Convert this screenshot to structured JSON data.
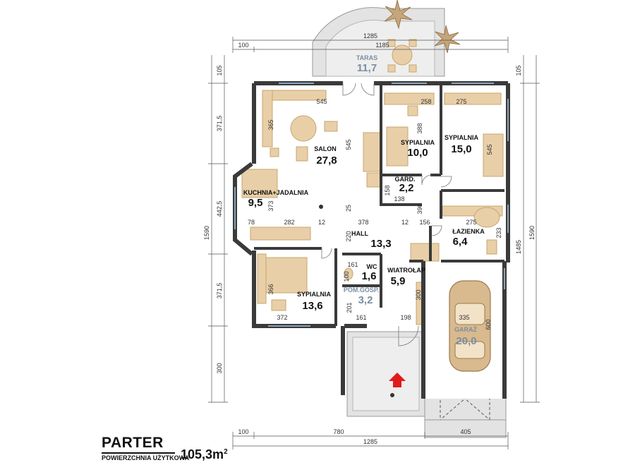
{
  "title": "PARTER",
  "usable_area": {
    "label": "POWIERZCHNIA UŻYTKOWA",
    "value": "105,3m",
    "unit_sup": "2"
  },
  "rooms": {
    "taras": {
      "name": "TARAS",
      "area": "11,7"
    },
    "salon": {
      "name": "SALON",
      "area": "27,8"
    },
    "kuchnia": {
      "name": "KUCHNIA+JADALNIA",
      "area": "9,5"
    },
    "sypialnia_1": {
      "name": "SYPIALNIA",
      "area": "10,0"
    },
    "sypialnia_2": {
      "name": "SYPIALNIA",
      "area": "15,0"
    },
    "gard": {
      "name": "GARD.",
      "area": "2,2"
    },
    "hall": {
      "name": "HALL",
      "area": "13,3"
    },
    "lazienka": {
      "name": "ŁAZIENKA",
      "area": "6,4"
    },
    "wc": {
      "name": "WC",
      "area": "1,6"
    },
    "wiatrolap": {
      "name": "WIATROŁAP",
      "area": "5,9"
    },
    "pom_gosp": {
      "name": "POM.GOSP.",
      "area": "3,2"
    },
    "sypialnia_3": {
      "name": "SYPIALNIA",
      "area": "13,6"
    },
    "garaz": {
      "name": "GARAŻ",
      "area": "20,0"
    }
  },
  "dimensions": {
    "top_total": "1285",
    "top_1185": "1185",
    "top_100": "100",
    "bottom_100": "100",
    "bottom_780": "780",
    "bottom_405": "405",
    "bottom_total": "1285",
    "left_105": "105",
    "left_3715a": "371,5",
    "left_4425": "442,5",
    "left_3715b": "371,5",
    "left_300": "300",
    "left_total": "1590",
    "right_105": "105",
    "right_1485": "1485",
    "right_total": "1590",
    "inner": {
      "d545a": "545",
      "d545b": "545",
      "d545c": "545",
      "d258": "258",
      "d275a": "275",
      "d365": "365",
      "d388": "388",
      "d158": "158",
      "d138": "138",
      "d390": "390",
      "d373": "373",
      "d78": "78",
      "d282": "282",
      "d12a": "12",
      "d378": "378",
      "d12b": "12",
      "d156": "156",
      "d275b": "275",
      "d233": "233",
      "d220": "220",
      "d25": "25",
      "d161a": "161",
      "d100": "100",
      "d201": "201",
      "d161b": "161",
      "d198": "198",
      "d300": "300",
      "d366": "366",
      "d372": "372",
      "d335": "335",
      "d600": "600"
    }
  },
  "colors": {
    "wall": "#3a3a3a",
    "furniture": "#e8cfa8",
    "furniture_edge": "#c9a46e",
    "terrace": "#e6e6e6",
    "grey_text": "#7b8fa3",
    "entry_arrow": "#e11b1b",
    "car": "#d9b98e"
  }
}
